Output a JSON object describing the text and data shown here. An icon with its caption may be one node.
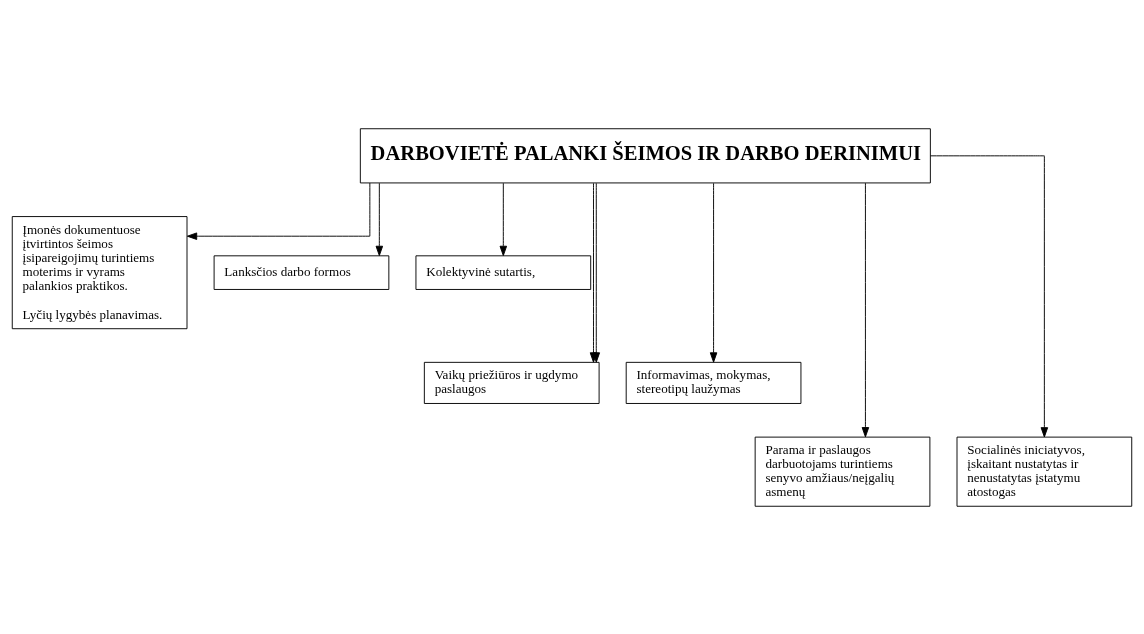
{
  "diagram": {
    "nodes": [
      {
        "text": [
          "DARBOVIETĖ PALANKI ŠEIMOS IR DARBO DERINIMUI"
        ]
      },
      {
        "text": [
          "Įmonės dokumentuose įtvirtintos šeimos įsipareigojimų turintiems moterims ir vyrams palankios praktikos.",
          "Lyčių lygybės planavimas."
        ]
      },
      {
        "text": [
          "Lanksčios darbo formos"
        ]
      },
      {
        "text": [
          "Kolektyvinė sutartis,"
        ]
      },
      {
        "text": [
          "Vaikų priežiūros ir ugdymo paslaugos"
        ]
      },
      {
        "text": [
          "Informavimas, mokymas, stereotipų laužymas"
        ]
      },
      {
        "text": [
          "Parama ir paslaugos darbuotojams turintiems senyvo amžiaus/neįgalių asmenų"
        ]
      },
      {
        "text": [
          "Socialinės iniciatyvos, įskaitant nustatytas ir nenustatytas įstatymu atostogas"
        ]
      }
    ],
    "edges": [
      {
        "from": 0,
        "to": 1,
        "arrow": "to"
      },
      {
        "from": 0,
        "to": 2,
        "arrow": "to"
      },
      {
        "from": 0,
        "to": 3,
        "arrow": "to"
      },
      {
        "from": 0,
        "to": 4,
        "arrow": "to"
      },
      {
        "from": 0,
        "to": 7,
        "arrow": "to"
      },
      {
        "from": 0,
        "to": 4,
        "arrow": "to"
      },
      {
        "from": 0,
        "to": 5,
        "arrow": "to"
      },
      {
        "from": 0,
        "to": 6,
        "arrow": "to"
      }
    ]
  }
}
